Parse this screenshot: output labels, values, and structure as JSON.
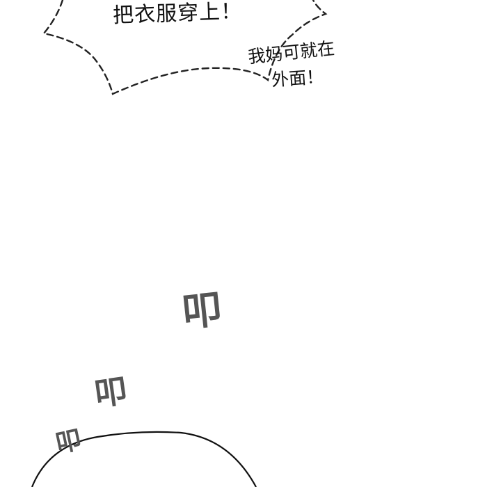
{
  "speech_bubble": {
    "main_text": "把衣服穿上！",
    "side_text_line1": "我妈可就在",
    "side_text_line2": "外面！"
  },
  "sound_effects": [
    {
      "text": "叩"
    },
    {
      "text": "叩"
    },
    {
      "text": "叩"
    }
  ],
  "colors": {
    "background": "#ffffff",
    "ink": "#111111",
    "sfx": "#555555"
  }
}
